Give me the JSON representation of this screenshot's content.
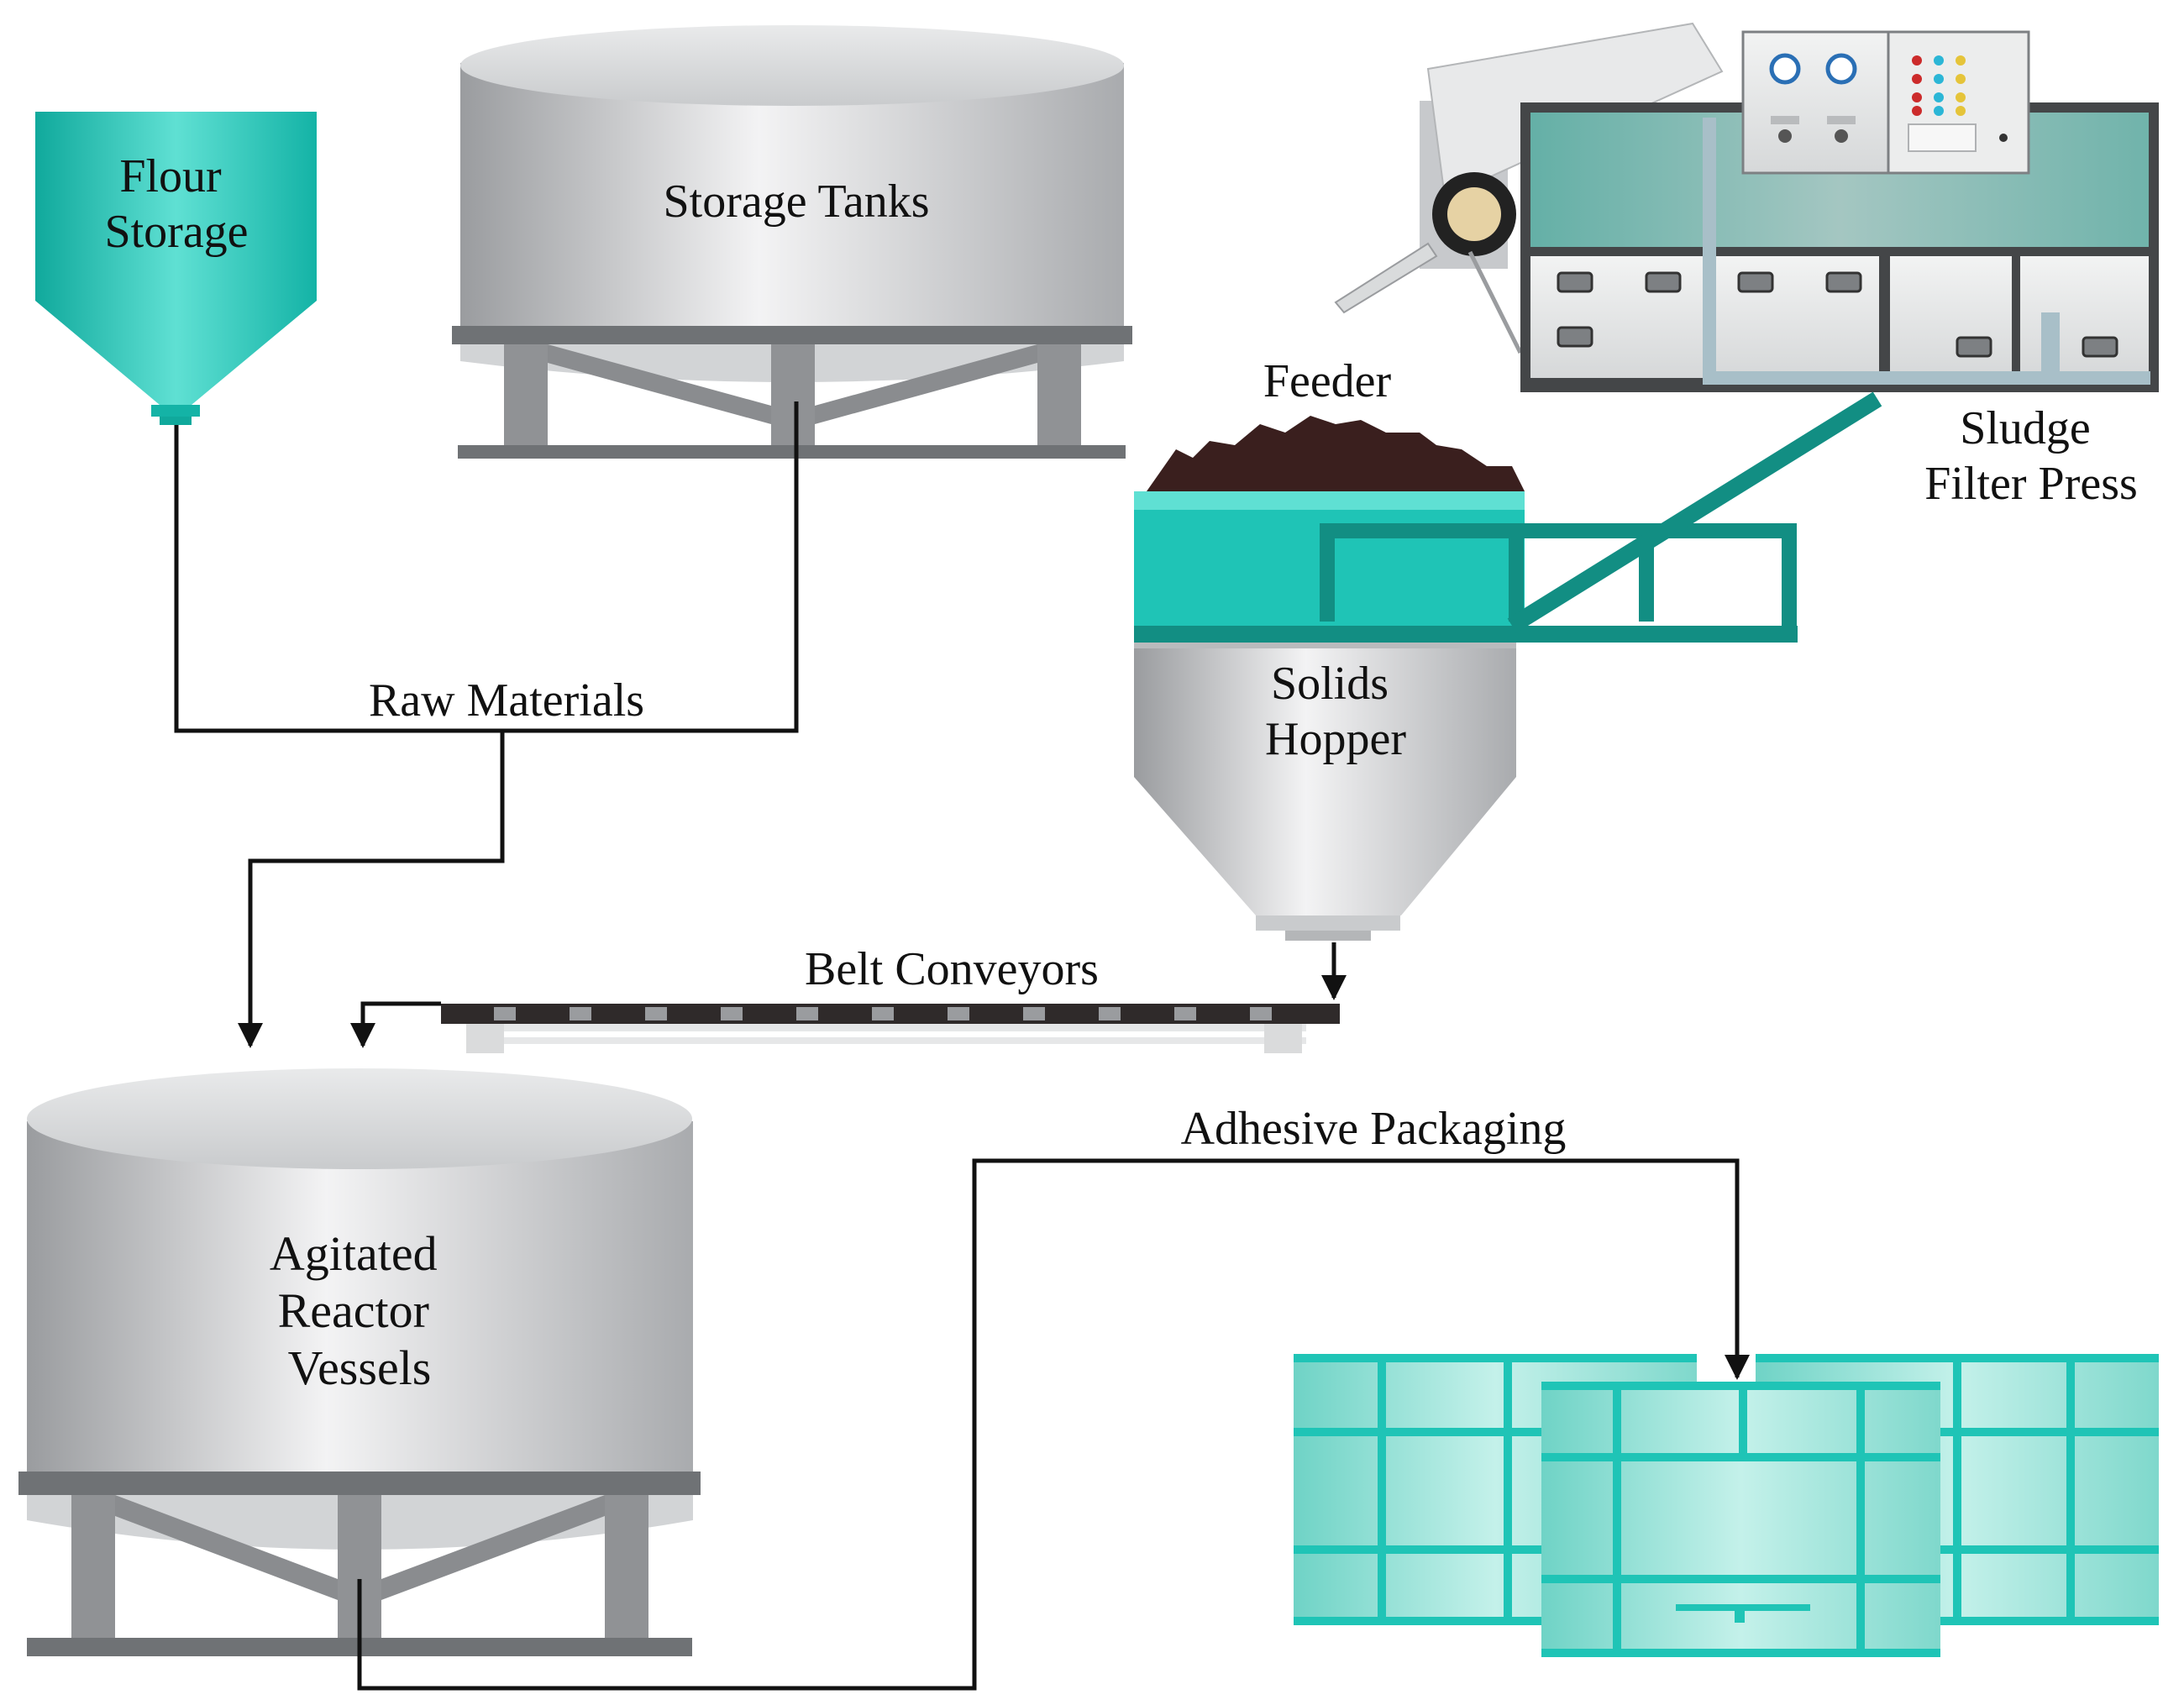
{
  "labels": {
    "flour_storage": [
      "Flour",
      "Storage"
    ],
    "storage_tanks": "Storage Tanks",
    "feeder": "Feeder",
    "sludge_filter_press": [
      "Sludge",
      "Filter Press"
    ],
    "solids_hopper": [
      "Solids",
      "Hopper"
    ],
    "raw_materials": "Raw Materials",
    "belt_conveyors": "Belt Conveyors",
    "adhesive_packaging": "Adhesive Packaging",
    "agitated_reactor_vessels": [
      "Agitated",
      "Reactor",
      "Vessels"
    ]
  },
  "colors": {
    "teal": "#1fc4b6",
    "teal_light": "#9fe6db",
    "steel": "#c7c9cc",
    "steel_dark": "#6f7275",
    "sludge": "#3a1f1e",
    "line": "#111111"
  }
}
